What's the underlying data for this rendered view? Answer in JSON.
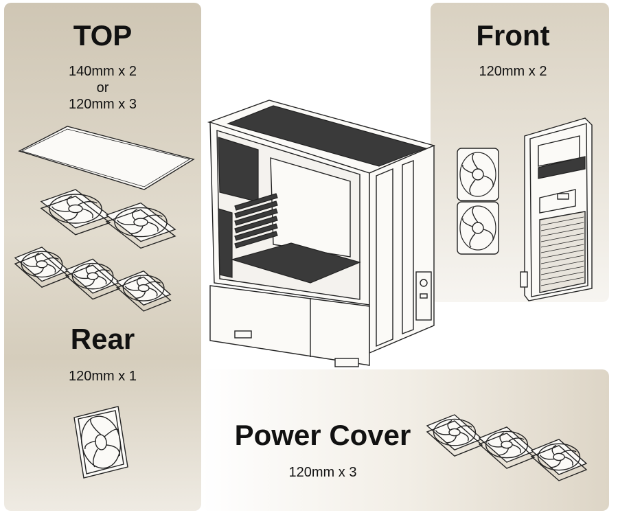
{
  "sections": {
    "top": {
      "title": "TOP",
      "spec_line1": "140mm x 2",
      "spec_line2": "or",
      "spec_line3": "120mm x 3"
    },
    "front": {
      "title": "Front",
      "spec": "120mm x 2"
    },
    "rear": {
      "title": "Rear",
      "spec": "120mm x 1"
    },
    "power_cover": {
      "title": "Power Cover",
      "spec": "120mm x 3"
    }
  },
  "colors": {
    "panel_beige": "#d5cdbc",
    "line_art": "#222222",
    "background": "#ffffff"
  },
  "icons": [
    "dust-filter-icon",
    "fan-icon",
    "pc-case-icon",
    "front-panel-icon"
  ]
}
